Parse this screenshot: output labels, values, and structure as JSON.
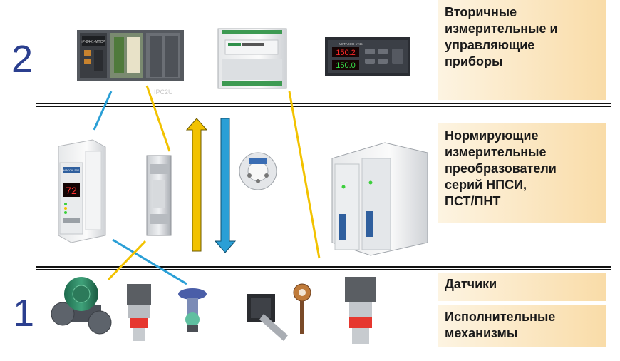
{
  "levels": {
    "top": "2",
    "bottom": "1"
  },
  "panels": {
    "secondary": "Вторичные\nизмерительные и\nуправляющие\nприборы",
    "normalizing": "Нормирующие\nизмерительные\nпреобразователи\nсерий НПСИ,\nПСТ/ПНТ",
    "sensors": "Датчики",
    "actuators": "Исполнительные\nмеханизмы"
  },
  "device_labels": {
    "plc_model": "iP-8441-MTCP",
    "watermark": "IPC2U",
    "meter_display_top": "150.2",
    "meter_display_bottom": "150.0",
    "meter_brand": "МЕТАКОН-1745",
    "din_display": "72",
    "din_brand": "HPCON-500"
  },
  "colors": {
    "blue_line": "#2a9fd6",
    "yellow_line": "#f2c200",
    "panel_gradient_from": "#fdf4e2",
    "panel_gradient_to": "#f9dca8",
    "level_number": "#2b3f8f"
  }
}
